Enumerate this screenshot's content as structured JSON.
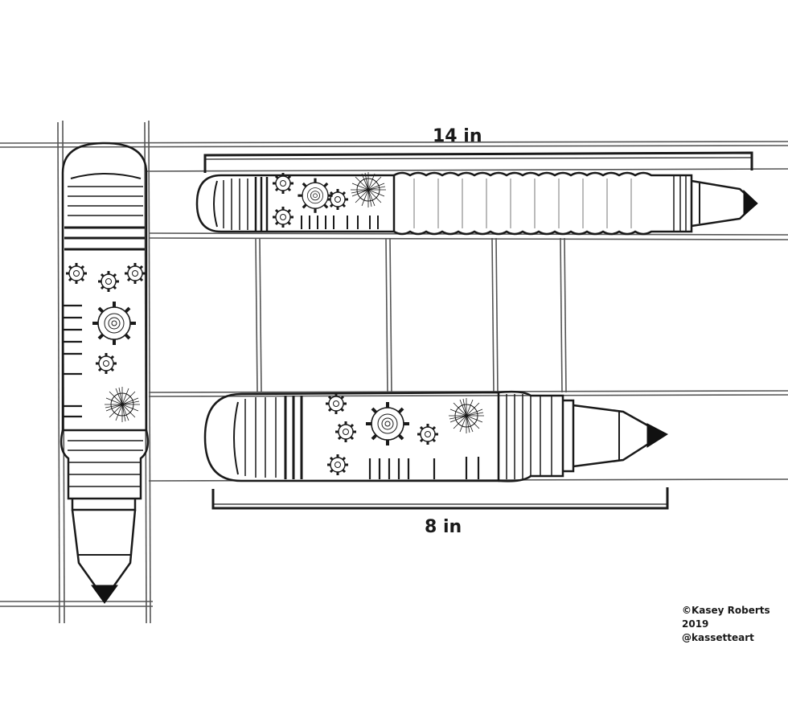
{
  "dimensions": {
    "length_long": "14 in",
    "length_short": "8 in"
  },
  "credit": {
    "copyright": "©Kasey Roberts 2019",
    "handle": "@kassetteart"
  },
  "colors": {
    "ink": "#1a1a1a",
    "paper": "#ffffff",
    "tip": "#111111"
  }
}
